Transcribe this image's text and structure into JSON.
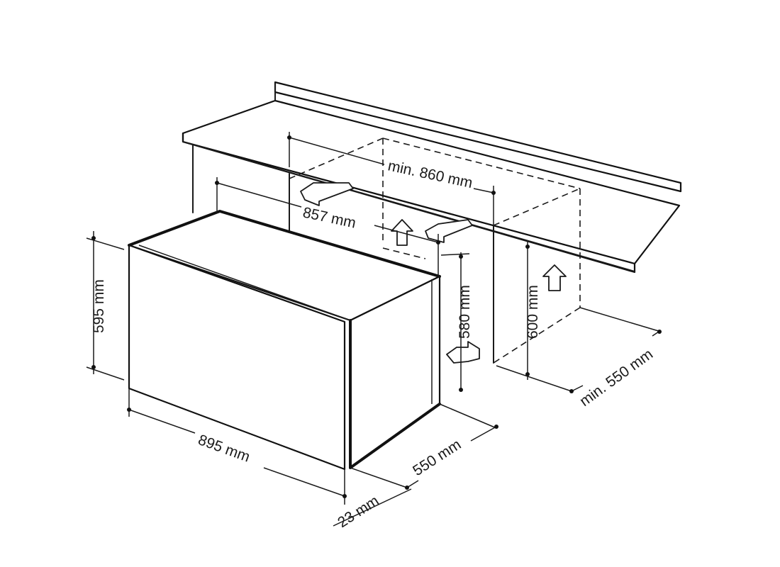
{
  "dimensions": {
    "d595": "595 mm",
    "d895": "895 mm",
    "d23": "23 mm",
    "d550": "550 mm",
    "d580": "580 mm",
    "d857": "857 mm",
    "min860": "min. 860 mm",
    "d600": "600 mm",
    "min550": "min. 550 mm"
  },
  "colors": {
    "line": "#1a1a1a",
    "background": "#ffffff"
  }
}
